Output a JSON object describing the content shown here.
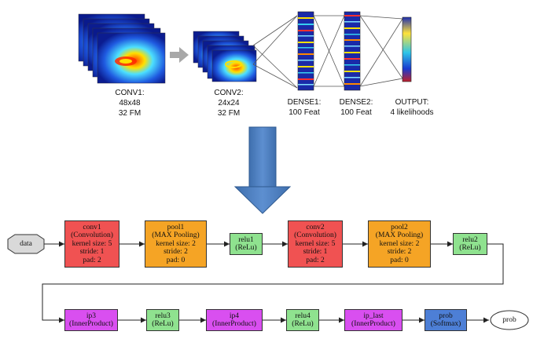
{
  "top": {
    "conv1": {
      "line1": "CONV1:",
      "line2": "48x48",
      "line3": "32 FM"
    },
    "conv2": {
      "line1": "CONV2:",
      "line2": "24x24",
      "line3": "32 FM"
    },
    "dense1": {
      "line1": "DENSE1:",
      "line2": "100 Feat"
    },
    "dense2": {
      "line1": "DENSE2:",
      "line2": "100 Feat"
    },
    "output": {
      "line1": "OUTPUT:",
      "line2": "4 likelihoods"
    }
  },
  "graph": {
    "data": "data",
    "conv1": [
      "conv1",
      "(Convolution)",
      "kernel size: 5",
      "stride: 1",
      "pad: 2"
    ],
    "pool1": [
      "pool1",
      "(MAX Pooling)",
      "kernel size: 2",
      "stride: 2",
      "pad: 0"
    ],
    "relu1": [
      "relu1",
      "(ReLu)"
    ],
    "conv2": [
      "conv2",
      "(Convolution)",
      "kernel size: 5",
      "stride: 1",
      "pad: 2"
    ],
    "pool2": [
      "pool2",
      "(MAX Pooling)",
      "kernel size: 2",
      "stride: 2",
      "pad: 0"
    ],
    "relu2": [
      "relu2",
      "(ReLu)"
    ],
    "ip3": [
      "ip3",
      "(InnerProduct)"
    ],
    "relu3": [
      "relu3",
      "(ReLu)"
    ],
    "ip4": [
      "ip4",
      "(InnerProduct)"
    ],
    "relu4": [
      "relu4",
      "(ReLu)"
    ],
    "ip_last": [
      "ip_last",
      "(InnerProduct)"
    ],
    "probnode": [
      "prob",
      "(Softmax)"
    ],
    "prob": "prob"
  },
  "colors": {
    "conv": "#f05252",
    "pool": "#f5a425",
    "relu": "#8fe28f",
    "ip": "#d94ff0",
    "softmax": "#4d7fd6",
    "big_arrow": "#4f81bd"
  }
}
